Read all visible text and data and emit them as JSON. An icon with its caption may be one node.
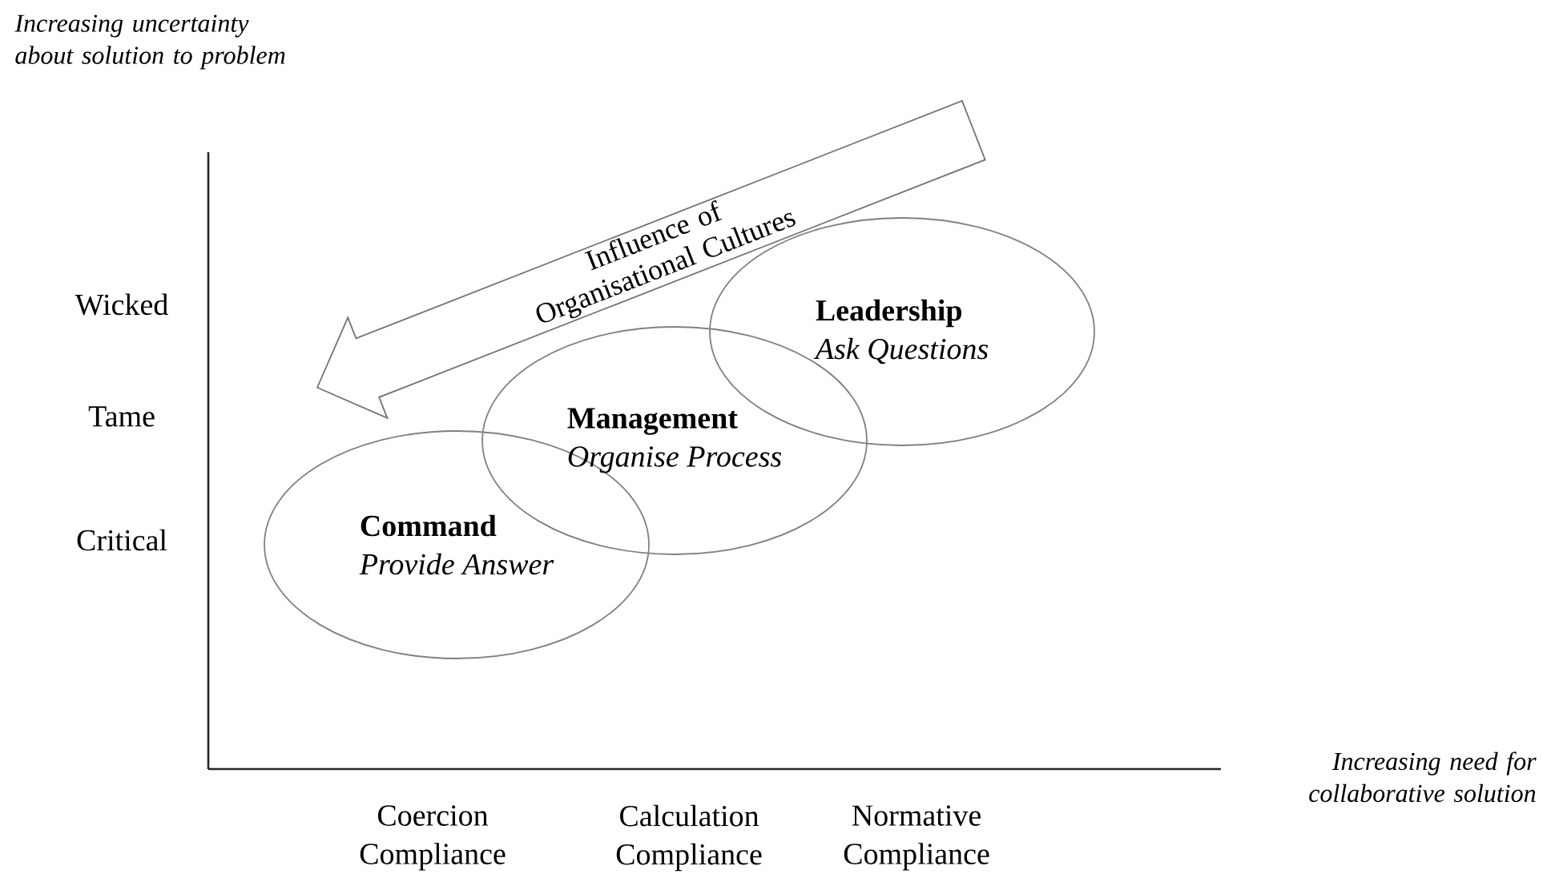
{
  "diagram": {
    "nodes": [
      {
        "text": [
          "Influence of Organisational Cultures"
        ]
      },
      {
        "text": [
          "Command",
          "Provide Answer"
        ]
      },
      {
        "text": [
          "Management",
          "Organise Process"
        ]
      },
      {
        "text": [
          "Leadership",
          "Ask Questions"
        ]
      }
    ],
    "labels": [
      "Increasing uncertainty about solution to problem",
      "Wicked",
      "Tame",
      "Critical",
      "Increasing need for collaborative solution",
      "Coercion Compliance",
      "Calculation Compliance",
      "Normative Compliance"
    ]
  }
}
